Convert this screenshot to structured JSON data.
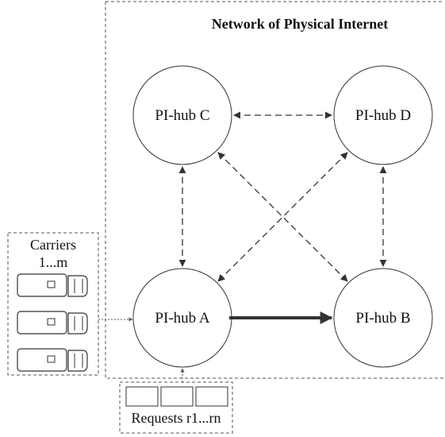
{
  "network": {
    "title": "Network of Physical Internet"
  },
  "hubs": {
    "a": "PI-hub A",
    "b": "PI-hub B",
    "c": "PI-hub C",
    "d": "PI-hub D"
  },
  "carriers": {
    "line1": "Carriers",
    "line2": "1...m",
    "truck_count": 3
  },
  "requests": {
    "label": "Requests r1...rn",
    "box_count": 3
  },
  "colors": {
    "line": "#333333",
    "stroke": "#555555",
    "background": "#ffffff"
  }
}
